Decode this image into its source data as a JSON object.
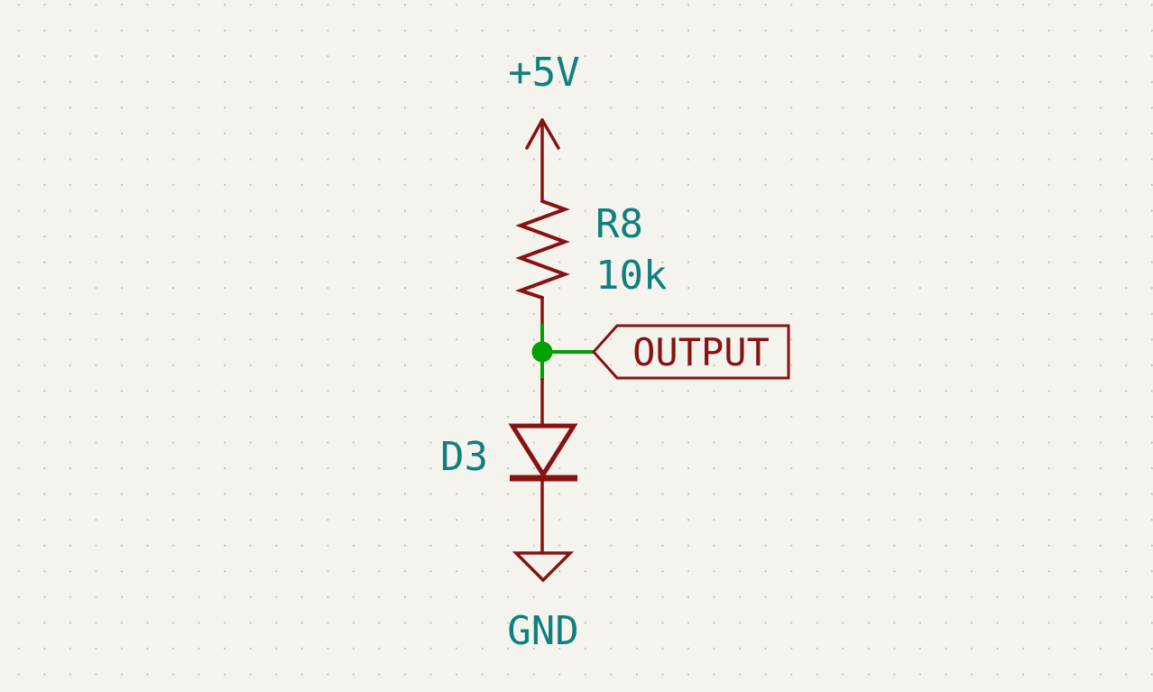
{
  "schematic": {
    "power": {
      "label": "+5V"
    },
    "resistor": {
      "reference": "R8",
      "value": "10k"
    },
    "output_label": {
      "text": "OUTPUT"
    },
    "diode": {
      "reference": "D3"
    },
    "ground": {
      "label": "GND"
    }
  },
  "colors": {
    "background": "#F5F3EE",
    "grid_dot": "#C7C3BD",
    "symbol_outline": "#871212",
    "wire": "#02A002",
    "junction": "#02A002",
    "field_text": "#0F7F7F",
    "global_label": "#871212"
  }
}
